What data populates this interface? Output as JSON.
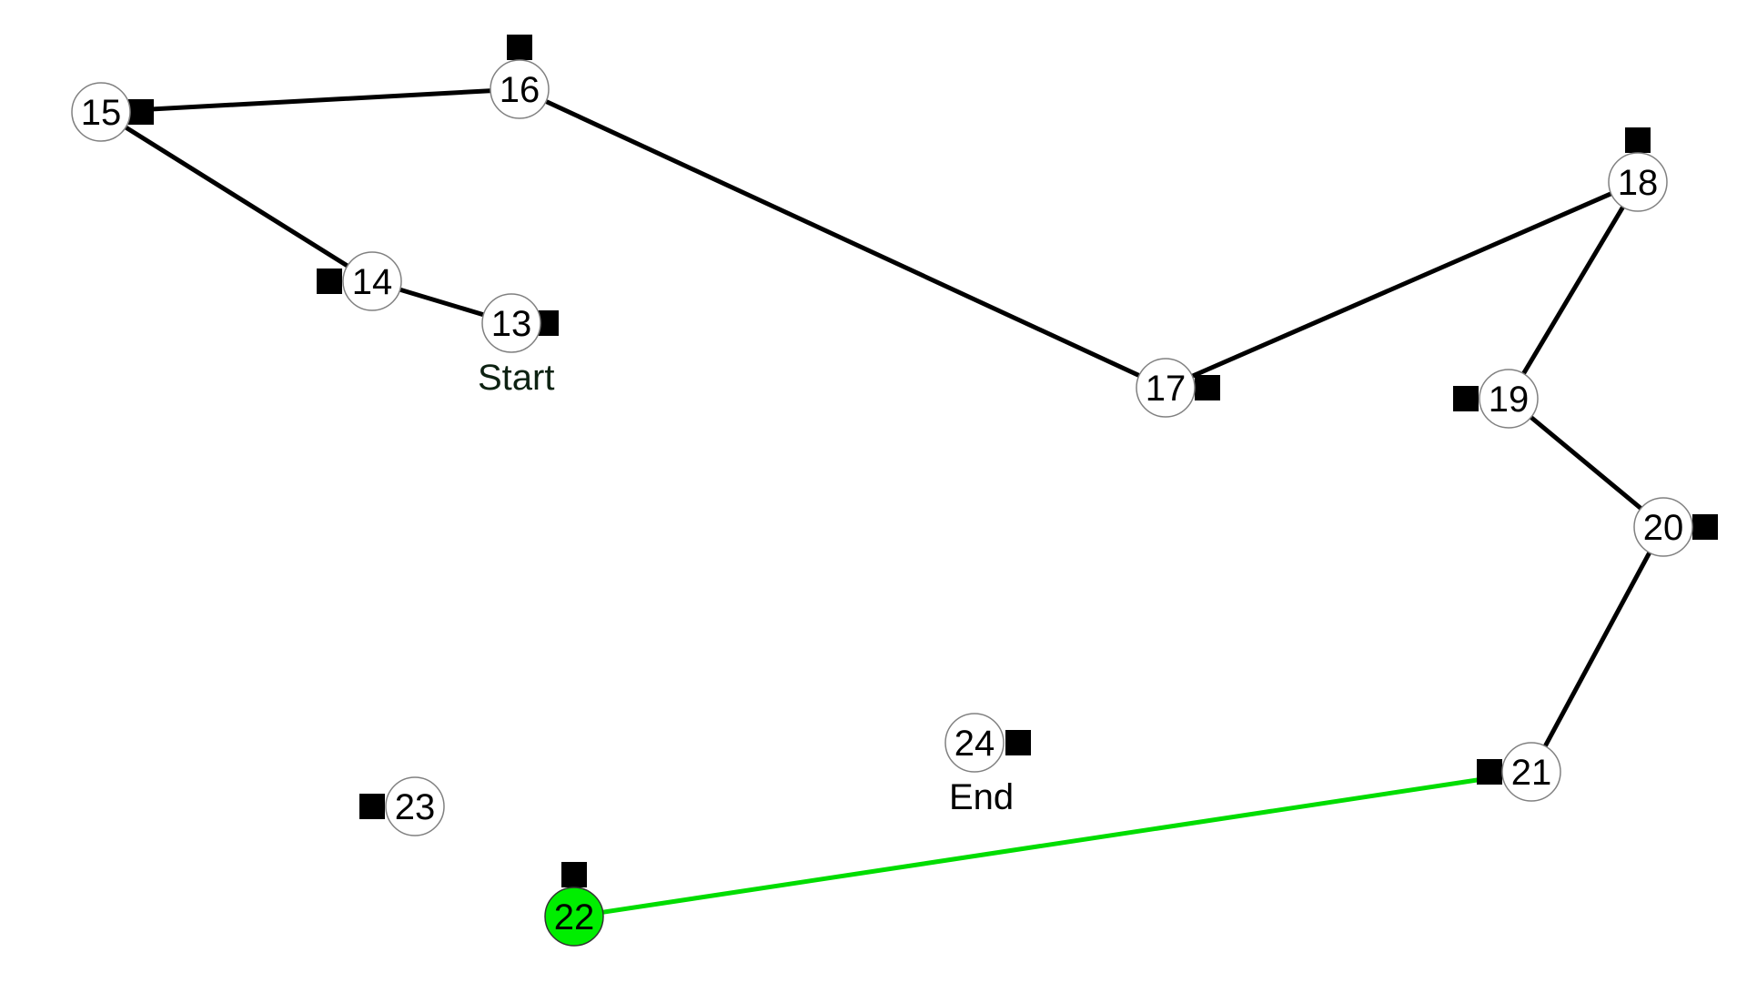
{
  "colors": {
    "background": "#ffffff",
    "node_fill": "#ffffff",
    "node_stroke": "#808080",
    "edge": "#000000",
    "active": "#00dd00",
    "active_fill": "#00ee00",
    "marker": "#000000",
    "start_label": "#0d2212",
    "end_label": "#000000"
  },
  "nodes": [
    {
      "id": "13",
      "label": "13"
    },
    {
      "id": "14",
      "label": "14"
    },
    {
      "id": "15",
      "label": "15"
    },
    {
      "id": "16",
      "label": "16"
    },
    {
      "id": "17",
      "label": "17"
    },
    {
      "id": "18",
      "label": "18"
    },
    {
      "id": "19",
      "label": "19"
    },
    {
      "id": "20",
      "label": "20"
    },
    {
      "id": "21",
      "label": "21"
    },
    {
      "id": "22",
      "label": "22",
      "active": true
    },
    {
      "id": "23",
      "label": "23"
    },
    {
      "id": "24",
      "label": "24"
    }
  ],
  "edges": [
    {
      "from": "13",
      "to": "14",
      "active": false
    },
    {
      "from": "14",
      "to": "15",
      "active": false
    },
    {
      "from": "15",
      "to": "16",
      "active": false
    },
    {
      "from": "16",
      "to": "17",
      "active": false
    },
    {
      "from": "17",
      "to": "18",
      "active": false
    },
    {
      "from": "18",
      "to": "19",
      "active": false
    },
    {
      "from": "19",
      "to": "20",
      "active": false
    },
    {
      "from": "20",
      "to": "21",
      "active": false
    },
    {
      "from": "21",
      "to": "22",
      "active": true
    }
  ],
  "annotations": {
    "start": {
      "text": "Start",
      "node": "13"
    },
    "end": {
      "text": "End",
      "node": "24"
    }
  }
}
